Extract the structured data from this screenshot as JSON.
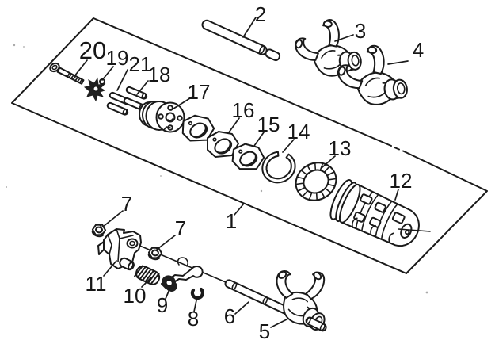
{
  "diagram": {
    "callouts": {
      "n1": "1",
      "n2": "2",
      "n3": "3",
      "n4": "4",
      "n5": "5",
      "n6": "6",
      "n7": "7",
      "n8": "8",
      "n9": "9",
      "n10": "10",
      "n11": "11",
      "n12": "12",
      "n13": "13",
      "n14": "14",
      "n15": "15",
      "n16": "16",
      "n17": "17",
      "n18": "18",
      "n19": "19",
      "n20": "20",
      "n21": "21"
    }
  },
  "colors": {
    "ink": "#1a1a1a",
    "paper": "#ffffff"
  }
}
